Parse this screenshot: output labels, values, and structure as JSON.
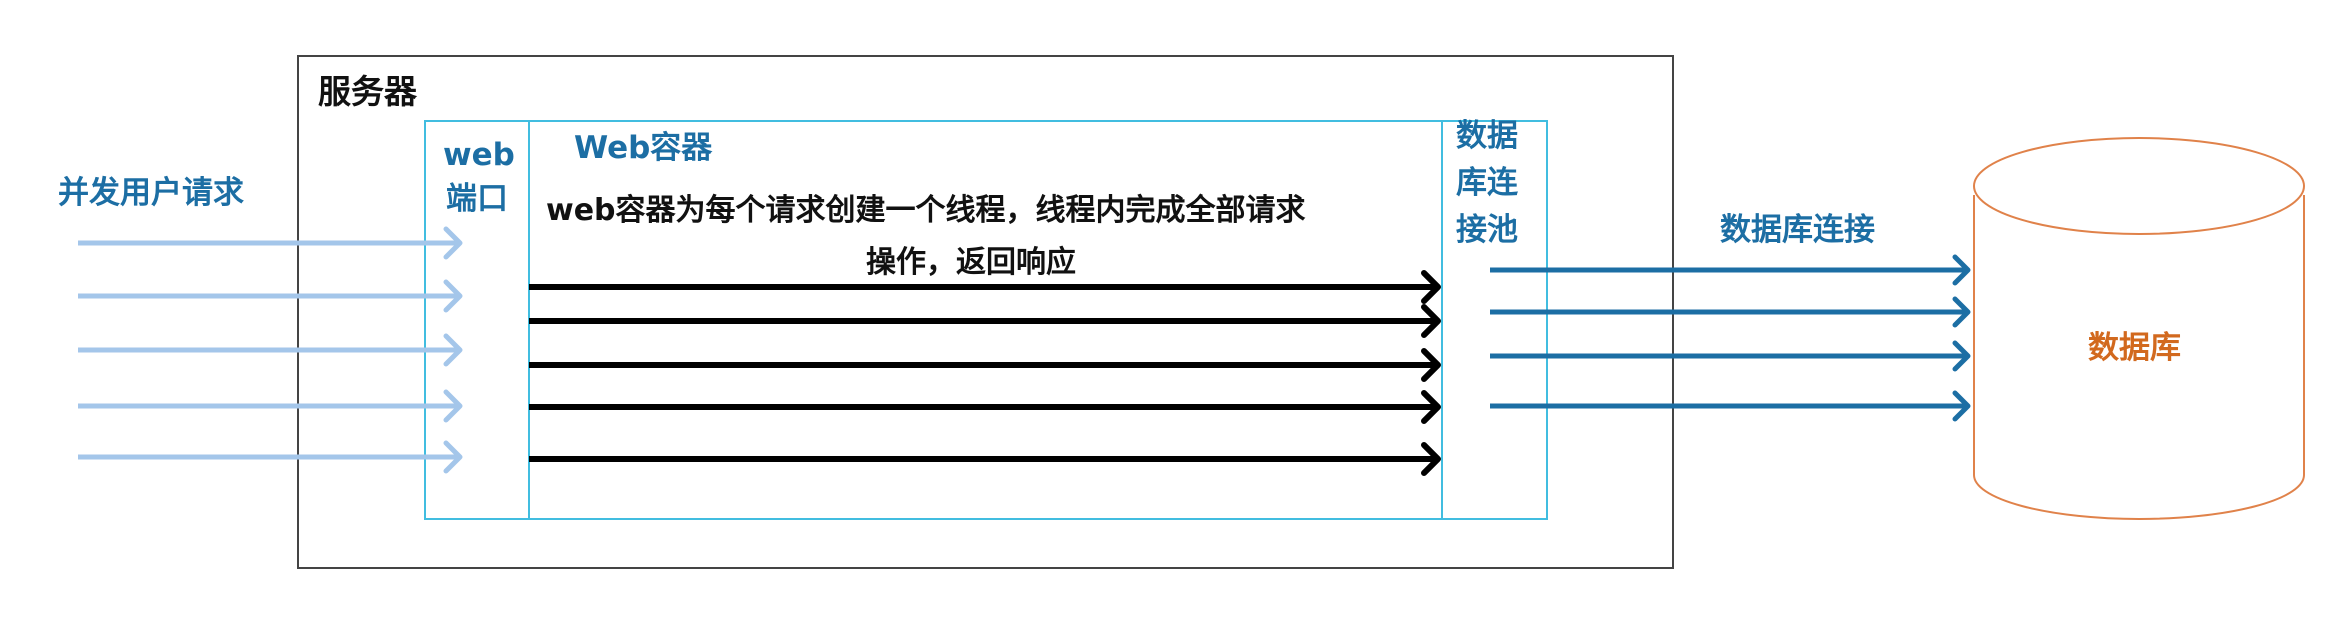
{
  "server": {
    "label": "服务器"
  },
  "users": {
    "label": "并发用户请求"
  },
  "web_port": {
    "label_line1": "web",
    "label_line2": "端口"
  },
  "web_container": {
    "label": "Web容器",
    "desc_line1": "web容器为每个请求创建一个线程，线程内完成全部请求",
    "desc_line2": "操作，返回响应"
  },
  "pool": {
    "label_line1": "数据",
    "label_line2": "库连",
    "label_line3": "接池"
  },
  "db_connection": {
    "label": "数据库连接"
  },
  "database": {
    "label": "数据库"
  },
  "colors": {
    "request_arrow": "#a4c6ea",
    "thread_arrow": "#000000",
    "connection_arrow": "#1c6ea4",
    "container_border": "#41bde0",
    "server_border": "#444444",
    "database_outline": "#e0824a",
    "blue_text": "#1c6ea4",
    "orange_text": "#d2691e"
  },
  "counts": {
    "requests": 5,
    "threads": 5,
    "connections": 4
  }
}
